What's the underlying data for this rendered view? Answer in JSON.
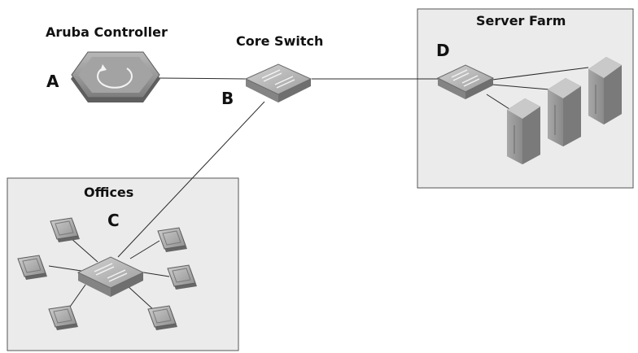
{
  "nodes": {
    "controller": {
      "title": "Aruba Controller",
      "letter": "A"
    },
    "core_switch": {
      "title": "Core Switch",
      "letter": "B"
    },
    "offices": {
      "title": "Offices",
      "letter": "C"
    },
    "server_farm": {
      "title": "Server Farm",
      "letter": "D"
    }
  },
  "colors": {
    "zone_fill": "#ebebeb",
    "zone_border": "#555555",
    "link": "#2a2a2a",
    "device": "#9a9a9a",
    "device_dark": "#6f6f6f",
    "device_light": "#c4c4c4"
  }
}
